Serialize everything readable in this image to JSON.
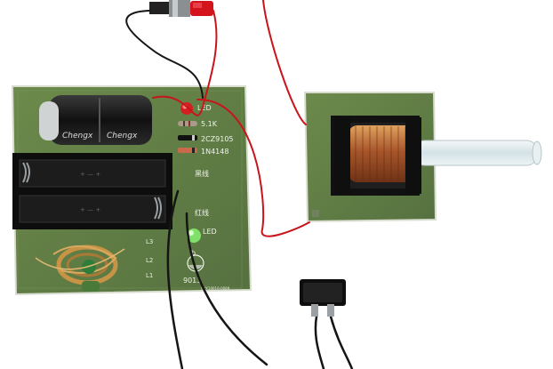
{
  "photo": {
    "subject": "",
    "labels": {
      "res_value": "5.1K",
      "zener": "2CZ9105",
      "diode": "1N4148",
      "led_top": "LED",
      "led_green": "LED",
      "wire_black": "黑线",
      "wire_red": "红线",
      "b_pin": "b",
      "transistor": "9013",
      "cap_brand_1": "Chengx",
      "cap_brand_2": "Chengx",
      "coil_l1": "L1",
      "coil_l2": "L2",
      "coil_l3": "L3",
      "board_code": "CYX10016-0089"
    },
    "colors": {
      "pcb": "#5f7a41",
      "pcb_dark": "#4b6333",
      "copper": "#b8652f",
      "wire_red": "#c8141b",
      "wire_black": "#151515",
      "glass": "#dbe7ea"
    }
  }
}
